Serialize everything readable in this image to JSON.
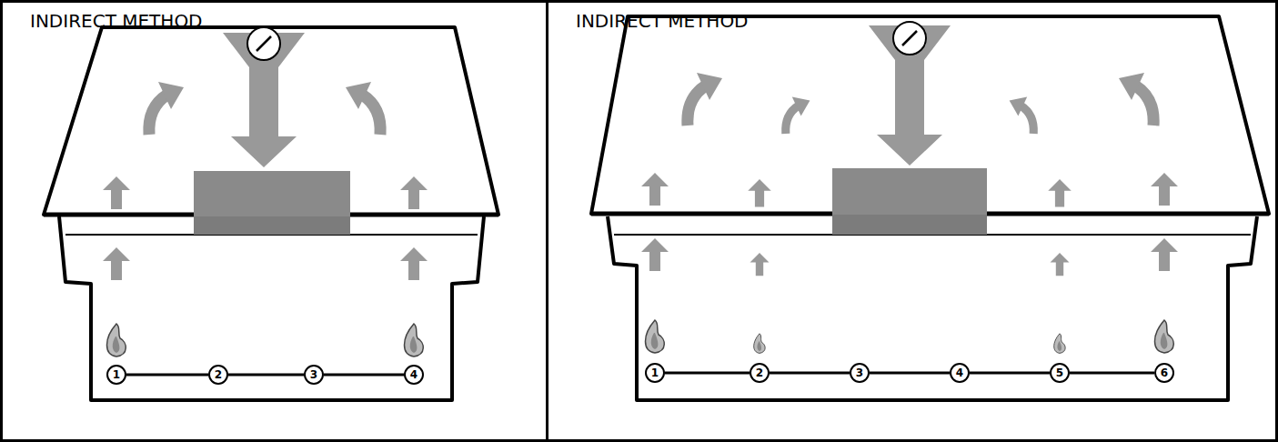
{
  "diagram": {
    "nodes": [
      {
        "text": [
          "INDIRECT METHOD"
        ]
      },
      {
        "text": [
          "1"
        ],
        "in": 0
      },
      {
        "text": [
          "2"
        ],
        "in": 0
      },
      {
        "text": [
          "3"
        ],
        "in": 0
      },
      {
        "text": [
          "4"
        ],
        "in": 0
      },
      {
        "text": [
          "INDIRECT METHOD"
        ]
      },
      {
        "text": [
          "1"
        ],
        "in": 5
      },
      {
        "text": [
          "2"
        ],
        "in": 5
      },
      {
        "text": [
          "3"
        ],
        "in": 5
      },
      {
        "text": [
          "4"
        ],
        "in": 5
      },
      {
        "text": [
          "5"
        ],
        "in": 5
      },
      {
        "text": [
          "6"
        ],
        "in": 5
      }
    ],
    "edges": [
      {
        "from": 1,
        "to": 2,
        "arrow": "none"
      },
      {
        "from": 2,
        "to": 3,
        "arrow": "none"
      },
      {
        "from": 3,
        "to": 4,
        "arrow": "none"
      },
      {
        "from": 6,
        "to": 7,
        "arrow": "none"
      },
      {
        "from": 7,
        "to": 8,
        "arrow": "none"
      },
      {
        "from": 8,
        "to": 9,
        "arrow": "none"
      },
      {
        "from": 9,
        "to": 10,
        "arrow": "none"
      },
      {
        "from": 10,
        "to": 11,
        "arrow": "none"
      }
    ]
  }
}
